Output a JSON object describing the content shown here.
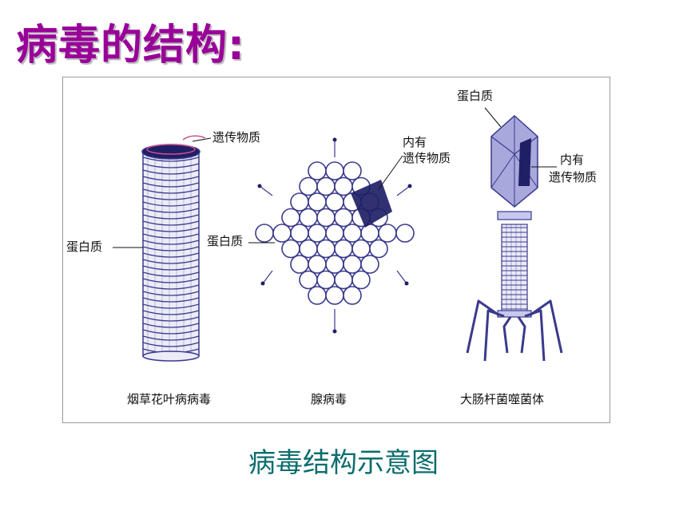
{
  "title": "病毒的结构:",
  "caption": "病毒结构示意图",
  "figure": {
    "tmv": {
      "name": "烟草花叶病病毒",
      "label_nucleic": "遗传物质",
      "label_protein": "蛋白质"
    },
    "adenovirus": {
      "name": "腺病毒",
      "label_nucleic_line1": "内有",
      "label_nucleic_line2": "遗传物质",
      "label_protein": "蛋白质"
    },
    "phage": {
      "name": "大肠杆菌噬菌体",
      "label_protein": "蛋白质",
      "label_nucleic_line1": "内有",
      "label_nucleic_line2": "遗传物质"
    }
  },
  "colors": {
    "title": "#990099",
    "caption": "#0d6d6d",
    "structure": "#3a3a8c",
    "fill": "#d9d9f2",
    "nucleic": "#1f1f66",
    "ring": "#d0508a"
  }
}
